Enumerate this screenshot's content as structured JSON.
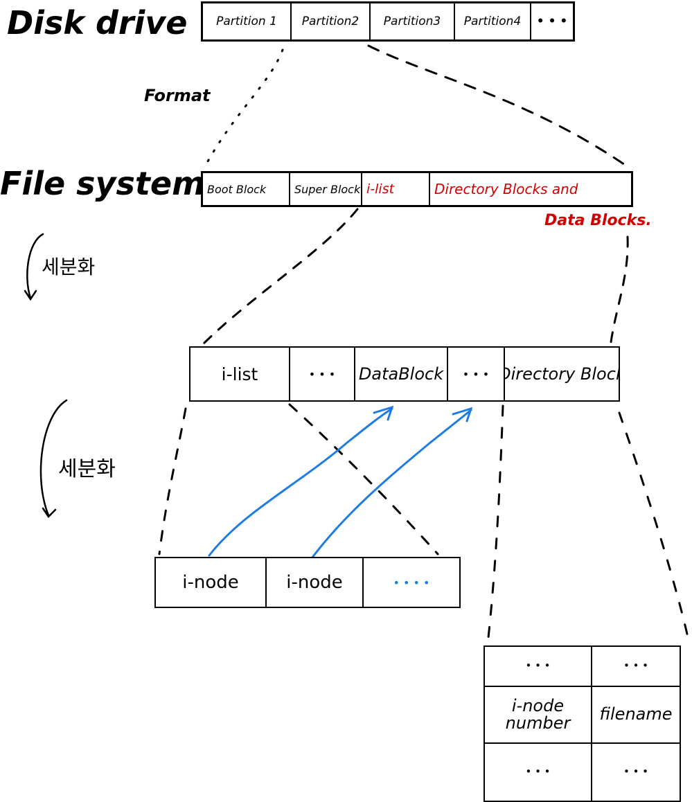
{
  "labels": {
    "disk_drive": "Disk drive",
    "format": "Format",
    "file_system": "File system",
    "subdivide_1": "세분화",
    "subdivide_2": "세분화",
    "data_blocks_note": "Data Blocks."
  },
  "disk_partitions": [
    "Partition 1",
    "Partition2",
    "Partition3",
    "Partition4",
    "• • •"
  ],
  "fs_blocks": [
    "Boot Block",
    "Super Block",
    "i-list",
    "Directory Blocks and"
  ],
  "ilist_blocks": [
    "i-list",
    "• • •",
    "DataBlock",
    "• • •",
    "Directory Block"
  ],
  "inode_blocks": [
    "i-node",
    "i-node",
    "• • • •"
  ],
  "directory_table": {
    "rows": [
      [
        "• • •",
        "• • •"
      ],
      [
        "i-node number",
        "filename"
      ],
      [
        "• • •",
        "• • •"
      ]
    ]
  },
  "colors": {
    "ink": "#000000",
    "highlight_red": "#d40000",
    "arrow_blue": "#1e7be0"
  }
}
